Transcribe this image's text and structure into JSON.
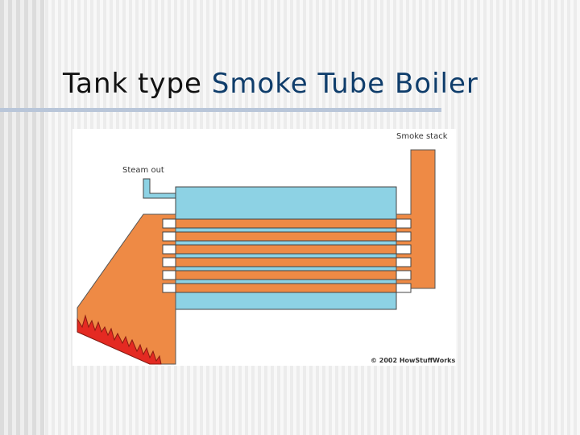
{
  "slide": {
    "title_plain": "Tank type",
    "title_accent": "Smoke Tube Boiler"
  },
  "diagram": {
    "labels": {
      "smoke_stack": "Smoke stack",
      "steam_out": "Steam out",
      "copyright": "© 2002 HowStuffWorks"
    },
    "tube_count": 6,
    "colors": {
      "water": "#8dd2e4",
      "hot_gas": "#ee8a45",
      "fire": "#e42a22",
      "tube_white": "#ffffff",
      "outline": "#444444"
    }
  }
}
